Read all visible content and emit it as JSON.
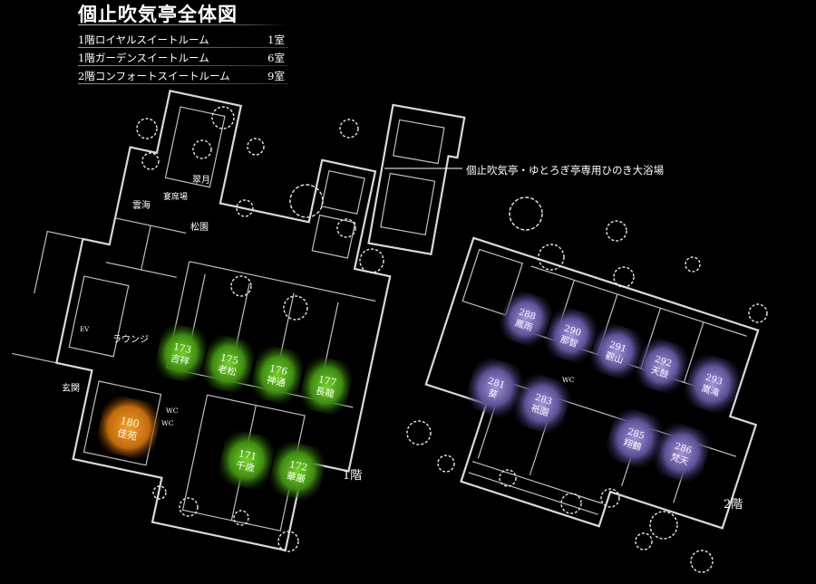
{
  "title": "個止吹気亭全体図",
  "legend": [
    {
      "name": "1階ロイヤルスイートルーム",
      "count": "1室",
      "color": "#e28a1b"
    },
    {
      "name": "1階ガーデンスイートルーム",
      "count": "6室",
      "color": "#5cba1d"
    },
    {
      "name": "2階コンフォートスイートルーム",
      "count": "9室",
      "color": "#8d7ec7"
    }
  ],
  "bath_label": "個止吹気亭・ゆとろぎ亭専用ひのき大浴場",
  "floor1_label": "1階",
  "floor2_label": "2階",
  "floor1_labels": {
    "kaze": "翠月",
    "unkai": "雲海",
    "banquet": "宴席場",
    "shouen": "松園",
    "lounge": "ラウンジ",
    "entrance": "玄関",
    "wc": "WC",
    "elevator": "EV"
  },
  "floor2_labels": {
    "wc": "WC"
  },
  "rooms": {
    "royal": [
      {
        "num": "180",
        "name": "佳苑"
      }
    ],
    "garden": [
      {
        "num": "173",
        "name": "吉祥"
      },
      {
        "num": "175",
        "name": "老松"
      },
      {
        "num": "176",
        "name": "神通"
      },
      {
        "num": "177",
        "name": "長龍"
      },
      {
        "num": "171",
        "name": "千歳"
      },
      {
        "num": "172",
        "name": "華厳"
      }
    ],
    "comfort": [
      {
        "num": "288",
        "name": "鳳雨"
      },
      {
        "num": "290",
        "name": "那智"
      },
      {
        "num": "291",
        "name": "觀山"
      },
      {
        "num": "292",
        "name": "天鼓"
      },
      {
        "num": "293",
        "name": "嵩滝"
      },
      {
        "num": "281",
        "name": "葵"
      },
      {
        "num": "283",
        "name": "祇園"
      },
      {
        "num": "285",
        "name": "翔鶴"
      },
      {
        "num": "286",
        "name": "梵天"
      }
    ]
  },
  "colors": {
    "background": "#000000",
    "royal": "#e28a1b",
    "garden": "#5cba1d",
    "comfort": "#8d7ec7",
    "walls": "#d9d9d9"
  }
}
